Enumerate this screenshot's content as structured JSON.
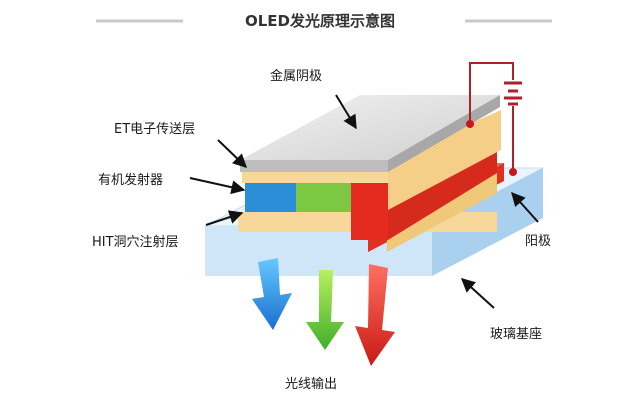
{
  "title": "OLED发光原理示意图",
  "labels": {
    "metal_cathode": "金属阴极",
    "et_layer": "ET电子传送层",
    "emitter": "有机发射器",
    "hit_layer": "HIT洞穴注射层",
    "anode": "阳极",
    "glass_substrate": "玻璃基座",
    "light_output": "光线输出"
  },
  "colors": {
    "cathode": "#dcdcdc",
    "organic_yellow": "#f8d89a",
    "emitter_blue": "#2a8fd6",
    "emitter_green": "#7cc842",
    "emitter_red": "#e52a1f",
    "anode": "#e03020",
    "glass": "#d4eaf9",
    "wire": "#b0202a"
  }
}
